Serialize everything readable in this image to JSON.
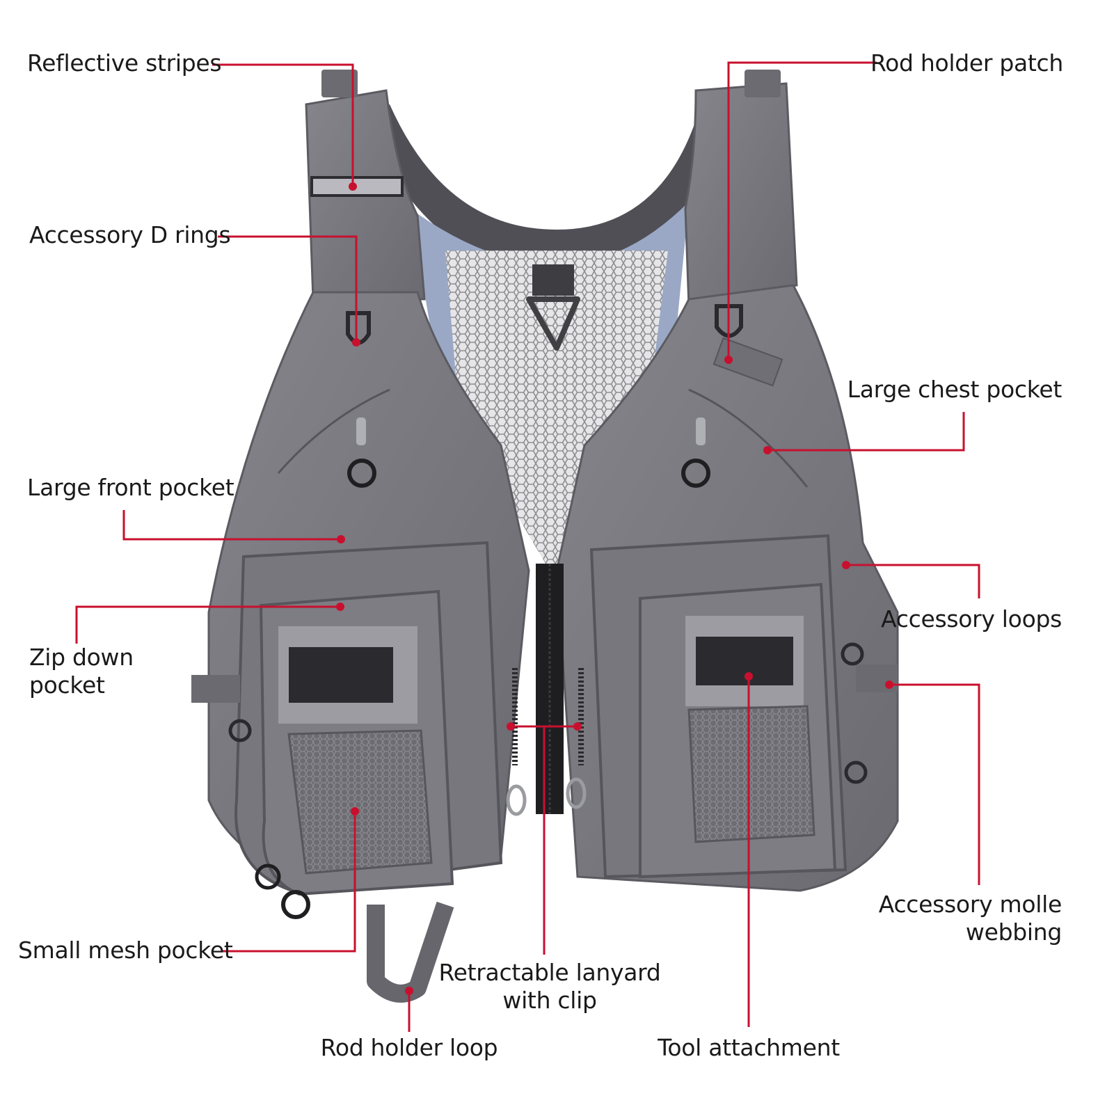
{
  "diagram": {
    "subject": "fishing-vest",
    "colors": {
      "leader": "#c8102e",
      "vest_fabric": "#7a7a80",
      "vest_shadow": "#5b5b61",
      "mesh": "#d9d9dc",
      "background": "#ffffff"
    },
    "labels": {
      "reflective_stripes": "Reflective stripes",
      "rod_holder_patch": "Rod holder patch",
      "accessory_d_rings": "Accessory D rings",
      "large_chest_pocket": "Large chest pocket",
      "large_front_pocket": "Large front pocket",
      "accessory_loops": "Accessory loops",
      "zip_down_pocket": [
        "Zip down",
        "pocket"
      ],
      "accessory_molle_webbing": [
        "Accessory molle",
        "webbing"
      ],
      "small_mesh_pocket": "Small mesh pocket",
      "retractable_lanyard": [
        "Retractable lanyard",
        "with clip"
      ],
      "rod_holder_loop": "Rod holder loop",
      "tool_attachment": "Tool attachment"
    }
  }
}
